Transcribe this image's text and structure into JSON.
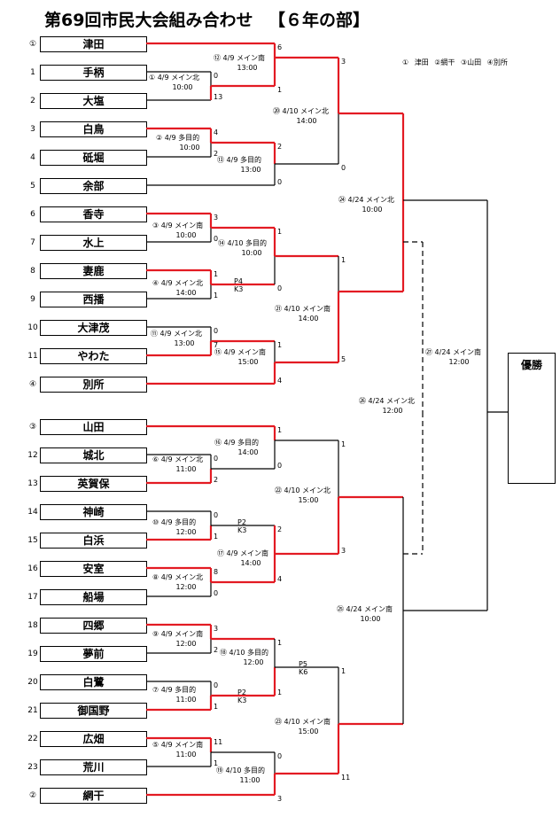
{
  "header": {
    "title": "第69回市民大会組み合わせ",
    "division": "【６年の部】",
    "legend": "① 津田 ②網干 ③山田 ④別所"
  },
  "champion_label": "優勝",
  "entries": [
    {
      "seed": "①",
      "team": "津田"
    },
    {
      "seed": "1",
      "team": "手柄"
    },
    {
      "seed": "2",
      "team": "大塩"
    },
    {
      "seed": "3",
      "team": "白鳥"
    },
    {
      "seed": "4",
      "team": "砥堀"
    },
    {
      "seed": "5",
      "team": "余部"
    },
    {
      "seed": "6",
      "team": "香寺"
    },
    {
      "seed": "7",
      "team": "水上"
    },
    {
      "seed": "8",
      "team": "妻鹿"
    },
    {
      "seed": "9",
      "team": "西播"
    },
    {
      "seed": "10",
      "team": "大津茂"
    },
    {
      "seed": "11",
      "team": "やわた"
    },
    {
      "seed": "④",
      "team": "別所"
    },
    {
      "seed": "③",
      "team": "山田"
    },
    {
      "seed": "12",
      "team": "城北"
    },
    {
      "seed": "13",
      "team": "英賀保"
    },
    {
      "seed": "14",
      "team": "神崎"
    },
    {
      "seed": "15",
      "team": "白浜"
    },
    {
      "seed": "16",
      "team": "安室"
    },
    {
      "seed": "17",
      "team": "船場"
    },
    {
      "seed": "18",
      "team": "四郷"
    },
    {
      "seed": "19",
      "team": "夢前"
    },
    {
      "seed": "20",
      "team": "白鷺"
    },
    {
      "seed": "21",
      "team": "御国野"
    },
    {
      "seed": "22",
      "team": "広畑"
    },
    {
      "seed": "23",
      "team": "荒川"
    },
    {
      "seed": "②",
      "team": "網干"
    }
  ],
  "matches": {
    "m1": {
      "no": "①",
      "date": "4/9",
      "venue": "メイン北",
      "time": "10:00"
    },
    "m2": {
      "no": "②",
      "date": "4/9",
      "venue": "多目的",
      "time": "10:00"
    },
    "m3": {
      "no": "③",
      "date": "4/9",
      "venue": "メイン南",
      "time": "10:00"
    },
    "m4": {
      "no": "④",
      "date": "4/9",
      "venue": "メイン北",
      "time": "14:00"
    },
    "m5": {
      "no": "⑤",
      "date": "4/9",
      "venue": "メイン南",
      "time": "11:00"
    },
    "m6": {
      "no": "⑥",
      "date": "4/9",
      "venue": "メイン北",
      "time": "11:00"
    },
    "m7": {
      "no": "⑦",
      "date": "4/9",
      "venue": "多目的",
      "time": "11:00"
    },
    "m8": {
      "no": "⑧",
      "date": "4/9",
      "venue": "メイン北",
      "time": "12:00"
    },
    "m9": {
      "no": "⑨",
      "date": "4/9",
      "venue": "メイン南",
      "time": "12:00"
    },
    "m10": {
      "no": "⑩",
      "date": "4/9",
      "venue": "多目的",
      "time": "12:00"
    },
    "m11": {
      "no": "⑪",
      "date": "4/9",
      "venue": "メイン北",
      "time": "13:00"
    },
    "m12": {
      "no": "⑫",
      "date": "4/9",
      "venue": "メイン南",
      "time": "13:00"
    },
    "m13": {
      "no": "⑬",
      "date": "4/9",
      "venue": "多目的",
      "time": "13:00"
    },
    "m14": {
      "no": "⑭",
      "date": "4/10",
      "venue": "多目的",
      "time": "10:00"
    },
    "m15": {
      "no": "⑮",
      "date": "4/9",
      "venue": "メイン南",
      "time": "15:00"
    },
    "m16": {
      "no": "⑯",
      "date": "4/9",
      "venue": "多目的",
      "time": "14:00"
    },
    "m17": {
      "no": "⑰",
      "date": "4/9",
      "venue": "メイン南",
      "time": "14:00"
    },
    "m18": {
      "no": "⑱",
      "date": "4/10",
      "venue": "多目的",
      "time": "12:00"
    },
    "m19": {
      "no": "⑲",
      "date": "4/10",
      "venue": "多目的",
      "time": "11:00"
    },
    "m20": {
      "no": "⑳",
      "date": "4/10",
      "venue": "メイン北",
      "time": "14:00"
    },
    "m21": {
      "no": "㉑",
      "date": "4/10",
      "venue": "メイン南",
      "time": "14:00"
    },
    "m22": {
      "no": "㉒",
      "date": "4/10",
      "venue": "メイン北",
      "time": "15:00"
    },
    "m23": {
      "no": "㉓",
      "date": "4/10",
      "venue": "メイン南",
      "time": "15:00"
    },
    "m24": {
      "no": "㉔",
      "date": "4/24",
      "venue": "メイン北",
      "time": "10:00"
    },
    "m25": {
      "no": "㉕",
      "date": "4/24",
      "venue": "メイン南",
      "time": "10:00"
    },
    "m26": {
      "no": "㉖",
      "date": "4/24",
      "venue": "メイン北",
      "time": "12:00"
    },
    "m27": {
      "no": "㉗",
      "date": "4/24",
      "venue": "メイン南",
      "time": "12:00"
    }
  },
  "scores": {
    "m1": [
      "0",
      "13"
    ],
    "m2": [
      "4",
      "2"
    ],
    "m3": [
      "3",
      "0"
    ],
    "m4": [
      "1",
      "1"
    ],
    "m5": [
      "11",
      "1"
    ],
    "m6": [
      "0",
      "2"
    ],
    "m7": [
      "0",
      "1"
    ],
    "m8": [
      "8",
      "0"
    ],
    "m9": [
      "3",
      "2"
    ],
    "m10": [
      "0",
      "1"
    ],
    "m11": [
      "0",
      "7"
    ],
    "m12": [
      "6",
      "1"
    ],
    "m13": [
      "2",
      "0"
    ],
    "m14": [
      "1",
      "0"
    ],
    "m15": [
      "1",
      "4"
    ],
    "m16": [
      "1",
      "0"
    ],
    "m17": [
      "2",
      "4"
    ],
    "m18": [
      "1",
      "1"
    ],
    "m19": [
      "0",
      "3"
    ],
    "m20": [
      "3",
      "0"
    ],
    "m21": [
      "1",
      "5"
    ],
    "m22": [
      "1",
      "3"
    ],
    "m23": [
      "1",
      "11"
    ]
  },
  "notes": {
    "m4": "P4\nK3",
    "m10": "P2\nK3",
    "m7": "P2\nK3",
    "m18": "P5\nK6"
  }
}
